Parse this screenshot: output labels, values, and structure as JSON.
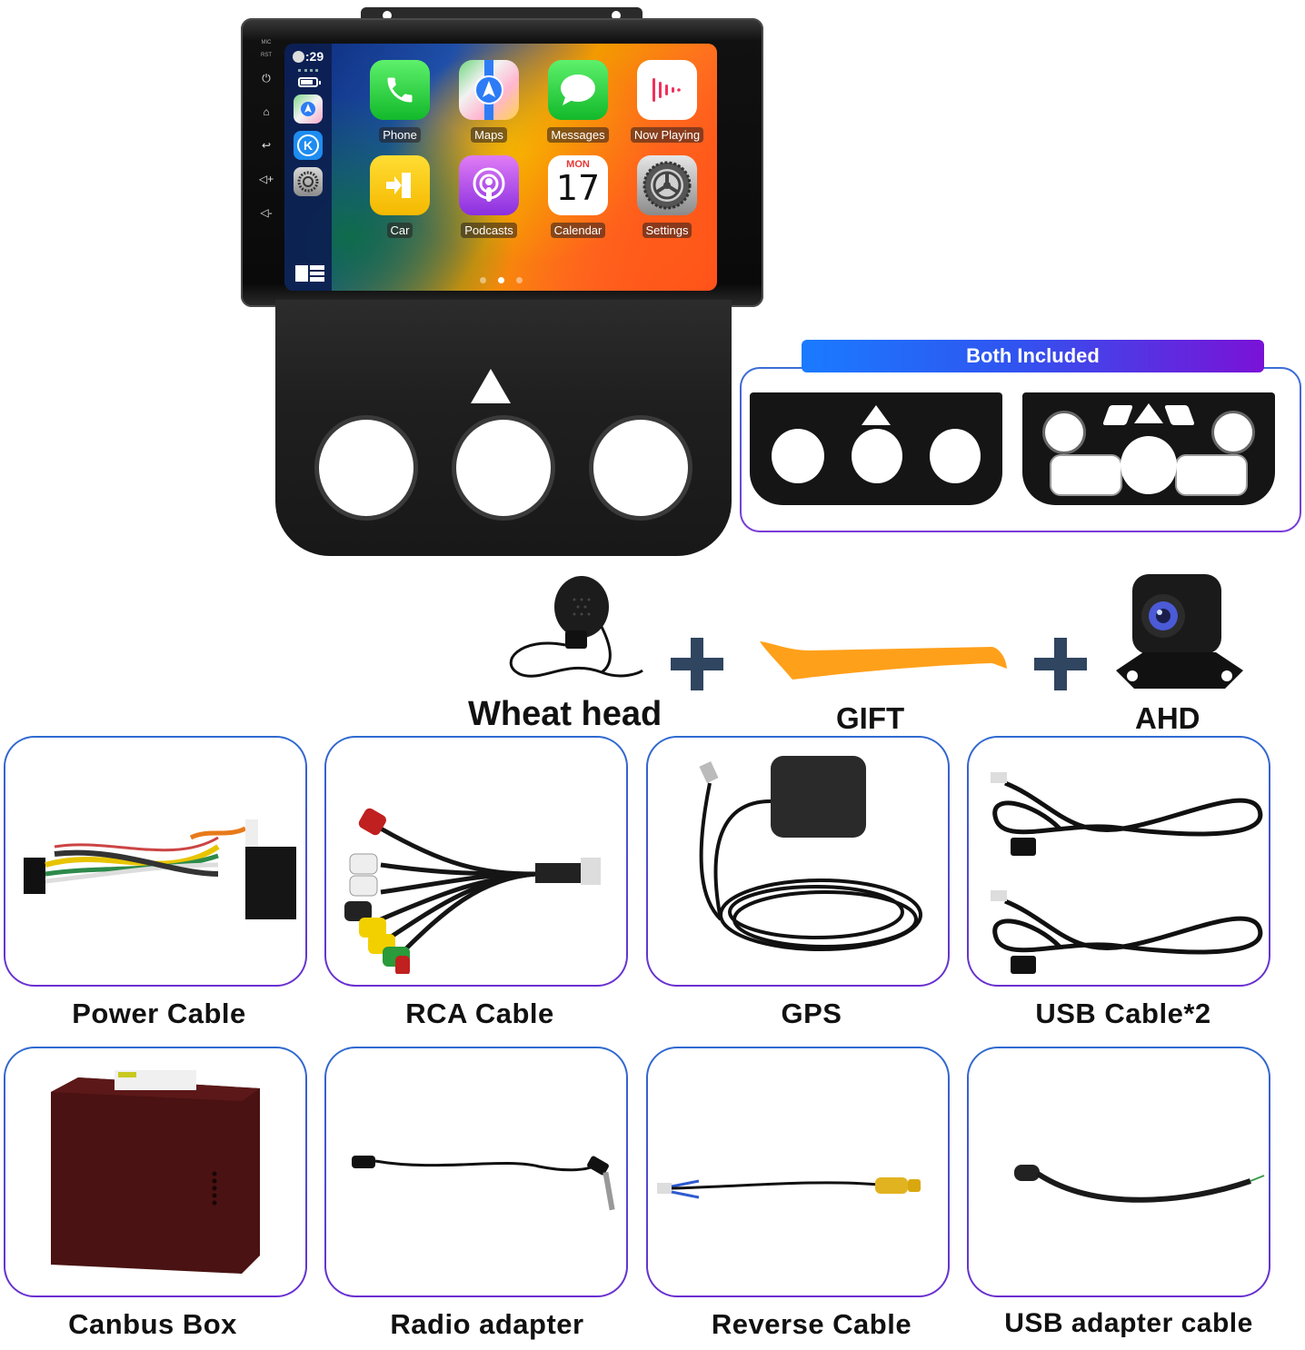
{
  "head_unit": {
    "side_buttons": {
      "labels": [
        "MIC",
        "RST"
      ],
      "icons": [
        "power-icon",
        "home-icon",
        "back-icon",
        "volume-up-icon",
        "volume-down-icon"
      ],
      "glyphs": [
        "⏻",
        "⌂",
        "↩",
        "◁+",
        "◁-"
      ]
    },
    "status": {
      "time": ":29"
    },
    "dock_apps": [
      {
        "name": "Maps"
      },
      {
        "name": "K",
        "glyph": "K"
      },
      {
        "name": "Settings"
      }
    ],
    "apps": [
      {
        "label": "Phone",
        "color": "#1fc93a"
      },
      {
        "label": "Maps",
        "color": "#e8f4ea"
      },
      {
        "label": "Messages",
        "color": "#22c63b"
      },
      {
        "label": "Now Playing",
        "color": "#ffffff"
      },
      {
        "label": "Car",
        "color": "#ffcc00"
      },
      {
        "label": "Podcasts",
        "color": "#b150e8"
      },
      {
        "label": "Calendar",
        "color": "#ffffff",
        "day": "MON",
        "date": "17"
      },
      {
        "label": "Settings",
        "color": "#9a9a9a"
      }
    ],
    "page_indicator": {
      "count": 3,
      "active": 2
    }
  },
  "frames": {
    "banner": "Both Included",
    "colors": {
      "banner_start": "#1a7bff",
      "banner_end": "#7a12d6"
    }
  },
  "accessories": {
    "items": [
      {
        "label": "Wheat head"
      },
      {
        "label": "GIFT"
      },
      {
        "label": "AHD"
      }
    ],
    "plus_color": "#2f4560"
  },
  "package_items": [
    {
      "label": "Power Cable"
    },
    {
      "label": "RCA Cable"
    },
    {
      "label": "GPS"
    },
    {
      "label": "USB Cable*2"
    },
    {
      "label": "Canbus Box"
    },
    {
      "label": "Radio adapter"
    },
    {
      "label": "Reverse Cable"
    },
    {
      "label": "USB adapter cable"
    }
  ],
  "card_border_colors": {
    "top": "#2f6bd0",
    "bottom": "#6a2fd0"
  }
}
